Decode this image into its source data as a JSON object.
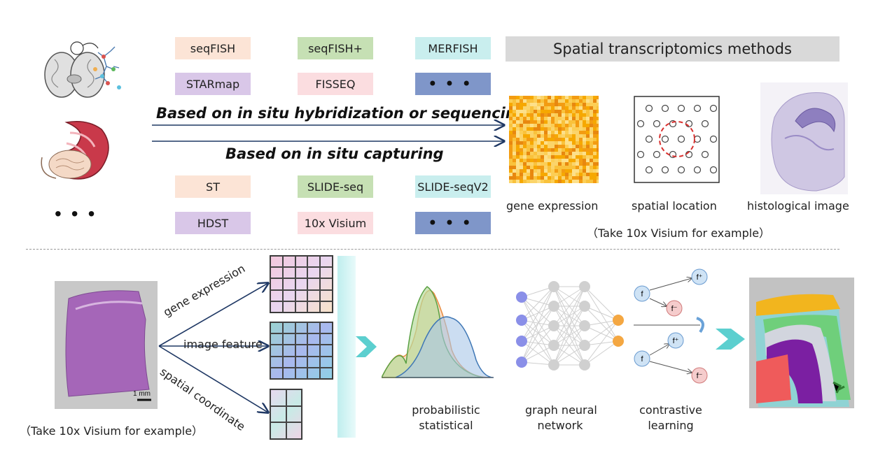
{
  "methods_top": [
    {
      "label": "seqFISH",
      "color": "#fce4d6"
    },
    {
      "label": "seqFISH+",
      "color": "#c6e0b4"
    },
    {
      "label": "MERFISH",
      "color": "#c9eeee"
    },
    {
      "label": "STARmap",
      "color": "#d9c7e8"
    },
    {
      "label": "FISSEQ",
      "color": "#fbdde0"
    },
    {
      "label": "",
      "color": "#7f96c9"
    }
  ],
  "methods_bottom": [
    {
      "label": "ST",
      "color": "#fce4d6"
    },
    {
      "label": "SLIDE-seq",
      "color": "#c6e0b4"
    },
    {
      "label": "SLIDE-seqV2",
      "color": "#c9eeee"
    },
    {
      "label": "HDST",
      "color": "#d9c7e8"
    },
    {
      "label": "10x Visium",
      "color": "#fbdde0"
    },
    {
      "label": "",
      "color": "#7f96c9"
    }
  ],
  "title": "Spatial transcriptomics methods",
  "branch_top": "Based on in situ hybridization or sequencing",
  "branch_bottom": "Based on in situ capturing",
  "outputs": {
    "gene_expression": "gene expression",
    "spatial_location": "spatial location",
    "histological_image": "histological image"
  },
  "example_top": "（Take 10x Visium for example）",
  "example_bottom": "（Take 10x Visium for example）",
  "scale_label": "1 mm",
  "features": {
    "gene_expression": "gene expression",
    "image_feature": "image feature",
    "spatial_coordinate": "spatial coordinate"
  },
  "models": {
    "prob_line1": "probabilistic",
    "prob_line2": "statistical",
    "gnn_line1": "graph neural",
    "gnn_line2": "network",
    "cl_line1": "contrastive",
    "cl_line2": "learning"
  },
  "cl_nodes": {
    "f": "f",
    "fplus": "f⁺",
    "fminus": "f⁻"
  }
}
